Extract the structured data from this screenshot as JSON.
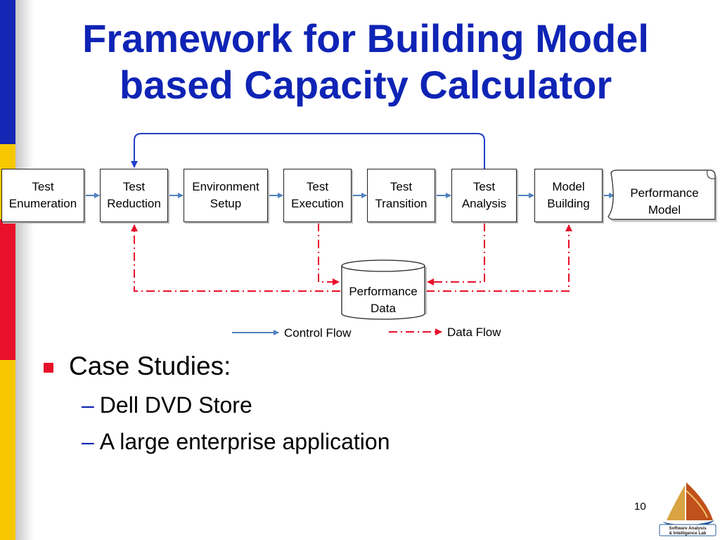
{
  "title": {
    "line1": "Framework for Building Model",
    "line2": "based Capacity Calculator"
  },
  "diagram": {
    "steps": [
      {
        "line1": "Test",
        "line2": "Enumeration"
      },
      {
        "line1": "Test",
        "line2": "Reduction"
      },
      {
        "line1": "Environment",
        "line2": "Setup"
      },
      {
        "line1": "Test",
        "line2": "Execution"
      },
      {
        "line1": "Test",
        "line2": "Transition"
      },
      {
        "line1": "Test",
        "line2": "Analysis"
      },
      {
        "line1": "Model",
        "line2": "Building"
      }
    ],
    "output": {
      "line1": "Performance",
      "line2": "Model"
    },
    "store": {
      "line1": "Performance",
      "line2": "Data"
    },
    "legend": {
      "control": "Control Flow",
      "data": "Data Flow"
    },
    "colors": {
      "control_flow": "#4f81bd",
      "loop_arrow": "#1f3fc7",
      "data_flow": "#e8102a"
    }
  },
  "bullets": {
    "main": "Case Studies:",
    "sub": [
      "Dell DVD Store",
      "A large enterprise application"
    ]
  },
  "page_number": "10",
  "logo": {
    "icon": "sailboat-logo-icon",
    "line1": "Software Analysis",
    "line2": "& Intelligence Lab"
  }
}
